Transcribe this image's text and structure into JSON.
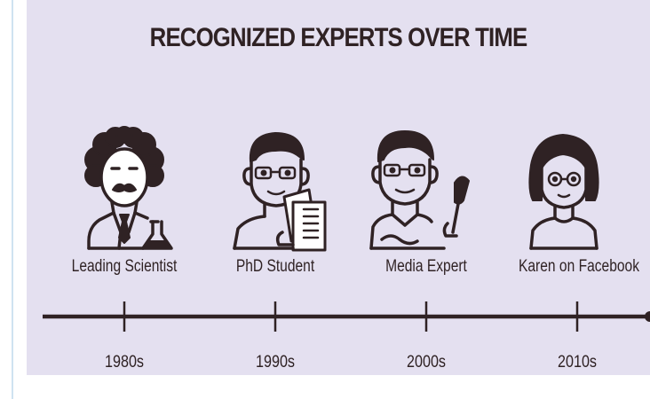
{
  "title": "RECOGNIZED EXPERTS OVER TIME",
  "figures": [
    {
      "label": "Leading Scientist",
      "icon": "scientist-icon"
    },
    {
      "label": "PhD Student",
      "icon": "phd-student-icon"
    },
    {
      "label": "Media Expert",
      "icon": "media-expert-icon"
    },
    {
      "label": "Karen on Facebook",
      "icon": "karen-icon"
    }
  ],
  "timeline": {
    "decades": [
      "1980s",
      "1990s",
      "2000s",
      "2010s"
    ]
  },
  "colors": {
    "background": "#e4e0f0",
    "ink": "#2f2224",
    "fill": "#ffffff"
  }
}
